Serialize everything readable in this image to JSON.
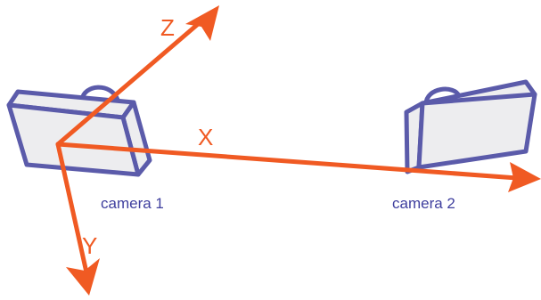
{
  "colors": {
    "axis": "#F05A23",
    "camera_stroke": "#5B5BAA",
    "camera_fill": "#EDEDEF",
    "camera_label": "#3F3F9E",
    "background": "#FFFFFF"
  },
  "axes": {
    "x_label": "X",
    "y_label": "Y",
    "z_label": "Z"
  },
  "cameras": [
    {
      "label": "camera 1"
    },
    {
      "label": "camera 2"
    }
  ]
}
